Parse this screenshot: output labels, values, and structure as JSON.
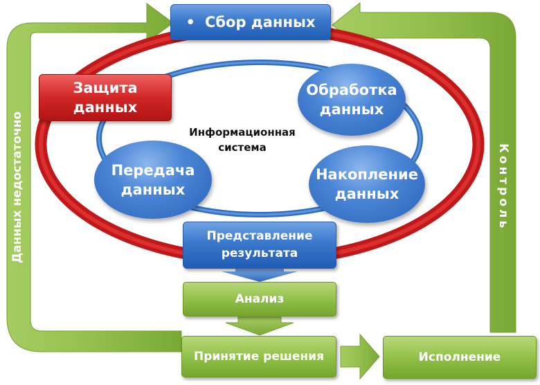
{
  "diagram": {
    "top_box": {
      "bullet": "•",
      "label": "Сбор данных"
    },
    "protection": {
      "line1": "Защита",
      "line2": "данных"
    },
    "processing": {
      "line1": "Обработка",
      "line2": "данных"
    },
    "center": {
      "line1": "Информационная",
      "line2": "система"
    },
    "transfer": {
      "line1": "Передача",
      "line2": "данных"
    },
    "accumulation": {
      "line1": "Накопление",
      "line2": "данных"
    },
    "presentation": {
      "line1": "Представление",
      "line2": "результата"
    },
    "analysis": "Анализ",
    "decision": "Принятие решения",
    "execution": "Исполнение",
    "left_arrow_label": "Данных недостаточно",
    "right_arrow_label": "Контроль"
  },
  "colors": {
    "outer_ring": "#d81c1c",
    "inner_ring": "#3b7fd0",
    "green_arrow": "#8fbe45",
    "blue_box": "#3a78cc",
    "red_box": "#d22626"
  }
}
